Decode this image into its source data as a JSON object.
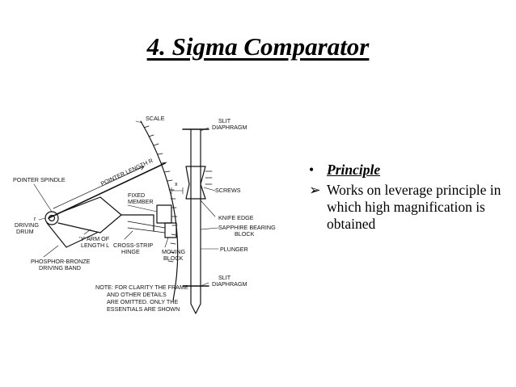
{
  "slide": {
    "title": "4. Sigma Comparator"
  },
  "diagram": {
    "labels": {
      "scale": "SCALE",
      "slit_top_1": "SLIT",
      "slit_top_2": "DIAPHRAGM",
      "pointer_length": "POINTER LENGTH R",
      "pointer_spindle": "POINTER SPINDLE",
      "fixed_1": "FIXED",
      "fixed_2": "MEMBER",
      "x": "x",
      "screws": "SCREWS",
      "knife_edge": "KNIFE EDGE",
      "sapphire_1": "SAPPHIRE BEARING",
      "sapphire_2": "BLOCK",
      "plunger": "PLUNGER",
      "driving_1": "DRIVING",
      "driving_2": "DRUM",
      "r": "r",
      "y_arm_1": "'Y' ARM OF",
      "y_arm_2": "LENGTH L",
      "cross_1": "CROSS-STRIP",
      "cross_2": "HINGE",
      "moving_1": "MOVING",
      "moving_2": "BLOCK",
      "phosphor_1": "PHOSPHOR-BRONZE",
      "phosphor_2": "DRIVING BAND",
      "slit_bottom_1": "SLIT",
      "slit_bottom_2": "DIAPHRAGM",
      "note_1": "NOTE: FOR CLARITY THE FRAME",
      "note_2": "AND OTHER DETAILS",
      "note_3": "ARE OMITTED. ONLY THE",
      "note_4": "ESSENTIALS ARE SHOWN"
    }
  },
  "bullets": {
    "item1": {
      "marker": "•",
      "text": "Principle"
    },
    "item2": {
      "marker": "➢",
      "text": "Works on leverage principle in which high magnification is obtained"
    }
  }
}
